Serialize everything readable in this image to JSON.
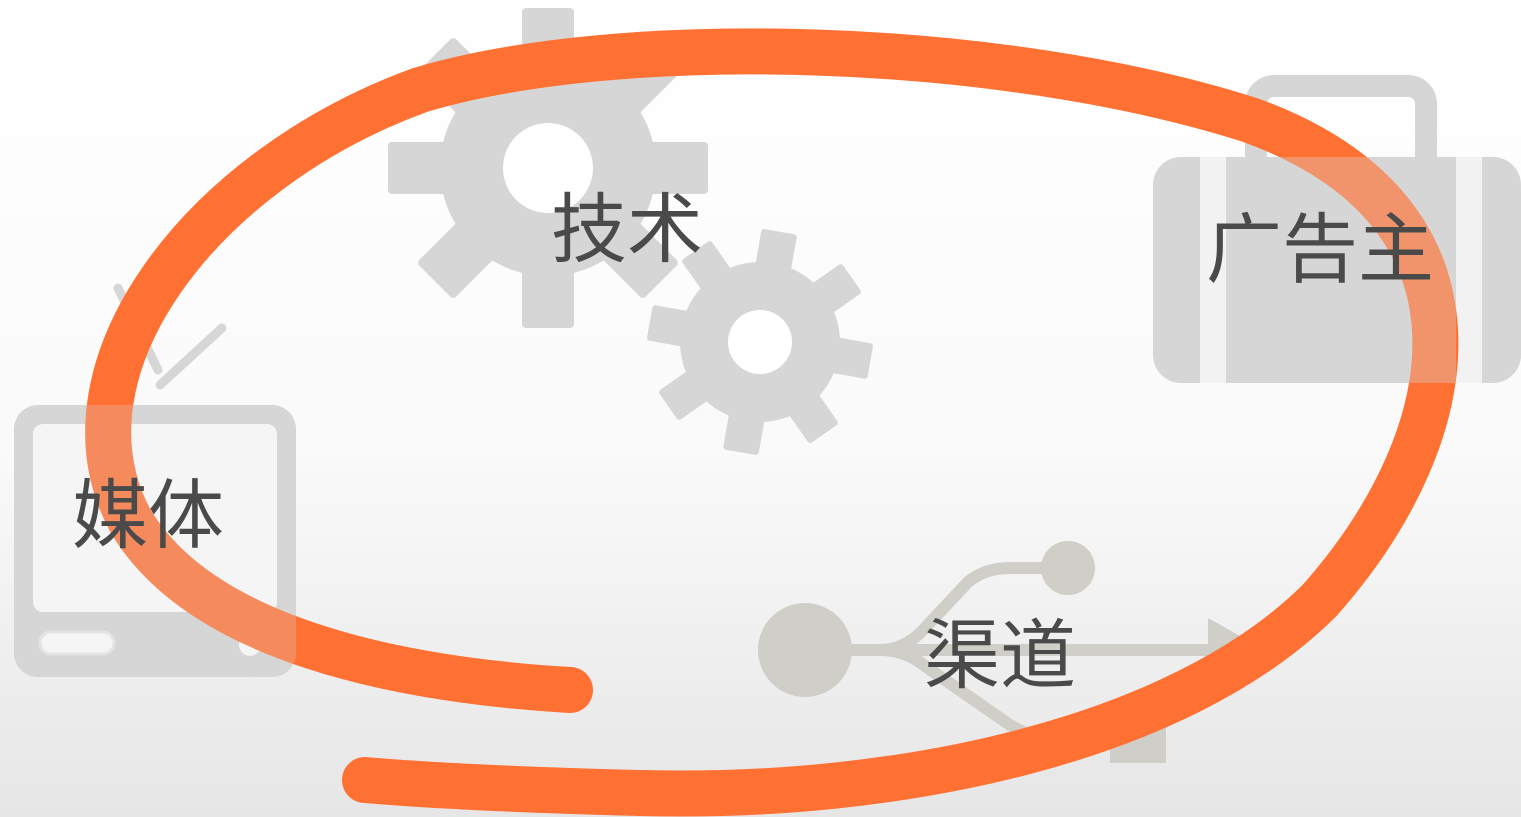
{
  "diagram": {
    "nodes": {
      "technology": {
        "label": "技术",
        "icon": "gears-icon"
      },
      "advertiser": {
        "label": "广告主",
        "icon": "briefcase-icon"
      },
      "media": {
        "label": "媒体",
        "icon": "tv-icon"
      },
      "channel": {
        "label": "渠道",
        "icon": "branch-arrow-icon"
      }
    }
  },
  "colors": {
    "accent": "#FF7033",
    "icon_gray": "#D6D6D6",
    "channel_gray": "#CFCEC8",
    "text": "#4A4A4A",
    "background_top": "#FFFFFF",
    "background_bottom": "#E6E6E6"
  }
}
